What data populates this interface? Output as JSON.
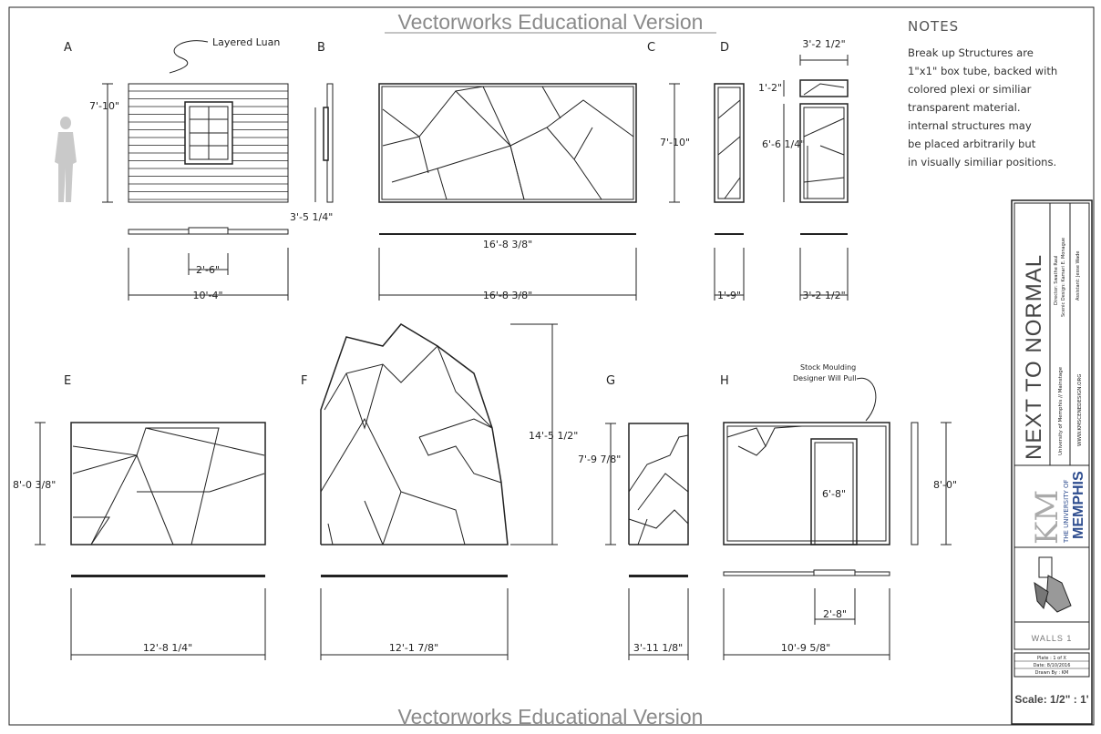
{
  "watermark": "Vectorworks Educational Version",
  "notes": {
    "heading": "NOTES",
    "lines": [
      "Break up Structures are",
      "1\"x1\" box tube, backed with",
      "colored plexi or similiar",
      "transparent material.",
      "internal structures may",
      "be placed arbitrarily but",
      "in visually similiar positions."
    ]
  },
  "callouts": {
    "luan": "Layered Luan",
    "moulding_1": "Stock Moulding",
    "moulding_2": "Designer Will Pull"
  },
  "walls": {
    "A": {
      "label": "A",
      "height": "7'-10\"",
      "width": "10'-4\"",
      "window": "2'-6\""
    },
    "B": {
      "label": "B",
      "thick": "3'-5 1/4\""
    },
    "C": {
      "label": "C",
      "height": "7'-10\"",
      "width": "16'-8 3/8\"",
      "width_top": "16'-8 3/8\""
    },
    "D": {
      "label": "D",
      "width": "1'-9\"",
      "top_w": "3'-2 1/2\"",
      "top_h": "1'-2\"",
      "body_h": "6'-6 1/4\"",
      "base_w": "3'-2 1/2\""
    },
    "E": {
      "label": "E",
      "height": "8'-0 3/8\"",
      "width": "12'-8 1/4\""
    },
    "F": {
      "label": "F",
      "height": "14'-5 1/2\"",
      "width": "12'-1 7/8\""
    },
    "G": {
      "label": "G",
      "height": "7'-9 7/8\"",
      "width": "3'-11 1/8\""
    },
    "H": {
      "label": "H",
      "door_h": "6'-8\"",
      "door_w": "2'-8\"",
      "width": "10'-9 5/8\"",
      "height": "8'-0\""
    }
  },
  "title_block": {
    "show": "NEXT TO NORMAL",
    "credits": [
      "Director: Swathe Raul",
      "Scenic Design: Kamari E. Monague",
      "Assistant: Jesse Wade"
    ],
    "school": "University of Memphis // Mainstage",
    "website": "WWW.KMSCENEDESIGN.ORG",
    "logo_1": "THE UNIVERSITY OF",
    "logo_2": "MEMPHIS",
    "logo_km": "KM",
    "sheet_title": "WALLS 1",
    "plate": "Plate : 1 of X",
    "date": "Date: 8/10/2016",
    "drawn": "Drawn By : KM",
    "scale": "Scale: 1/2\" : 1'"
  },
  "colors": {
    "ink": "#222222",
    "watermark": "#8a8a8a",
    "memphis_blue": "#2e4d8f"
  }
}
